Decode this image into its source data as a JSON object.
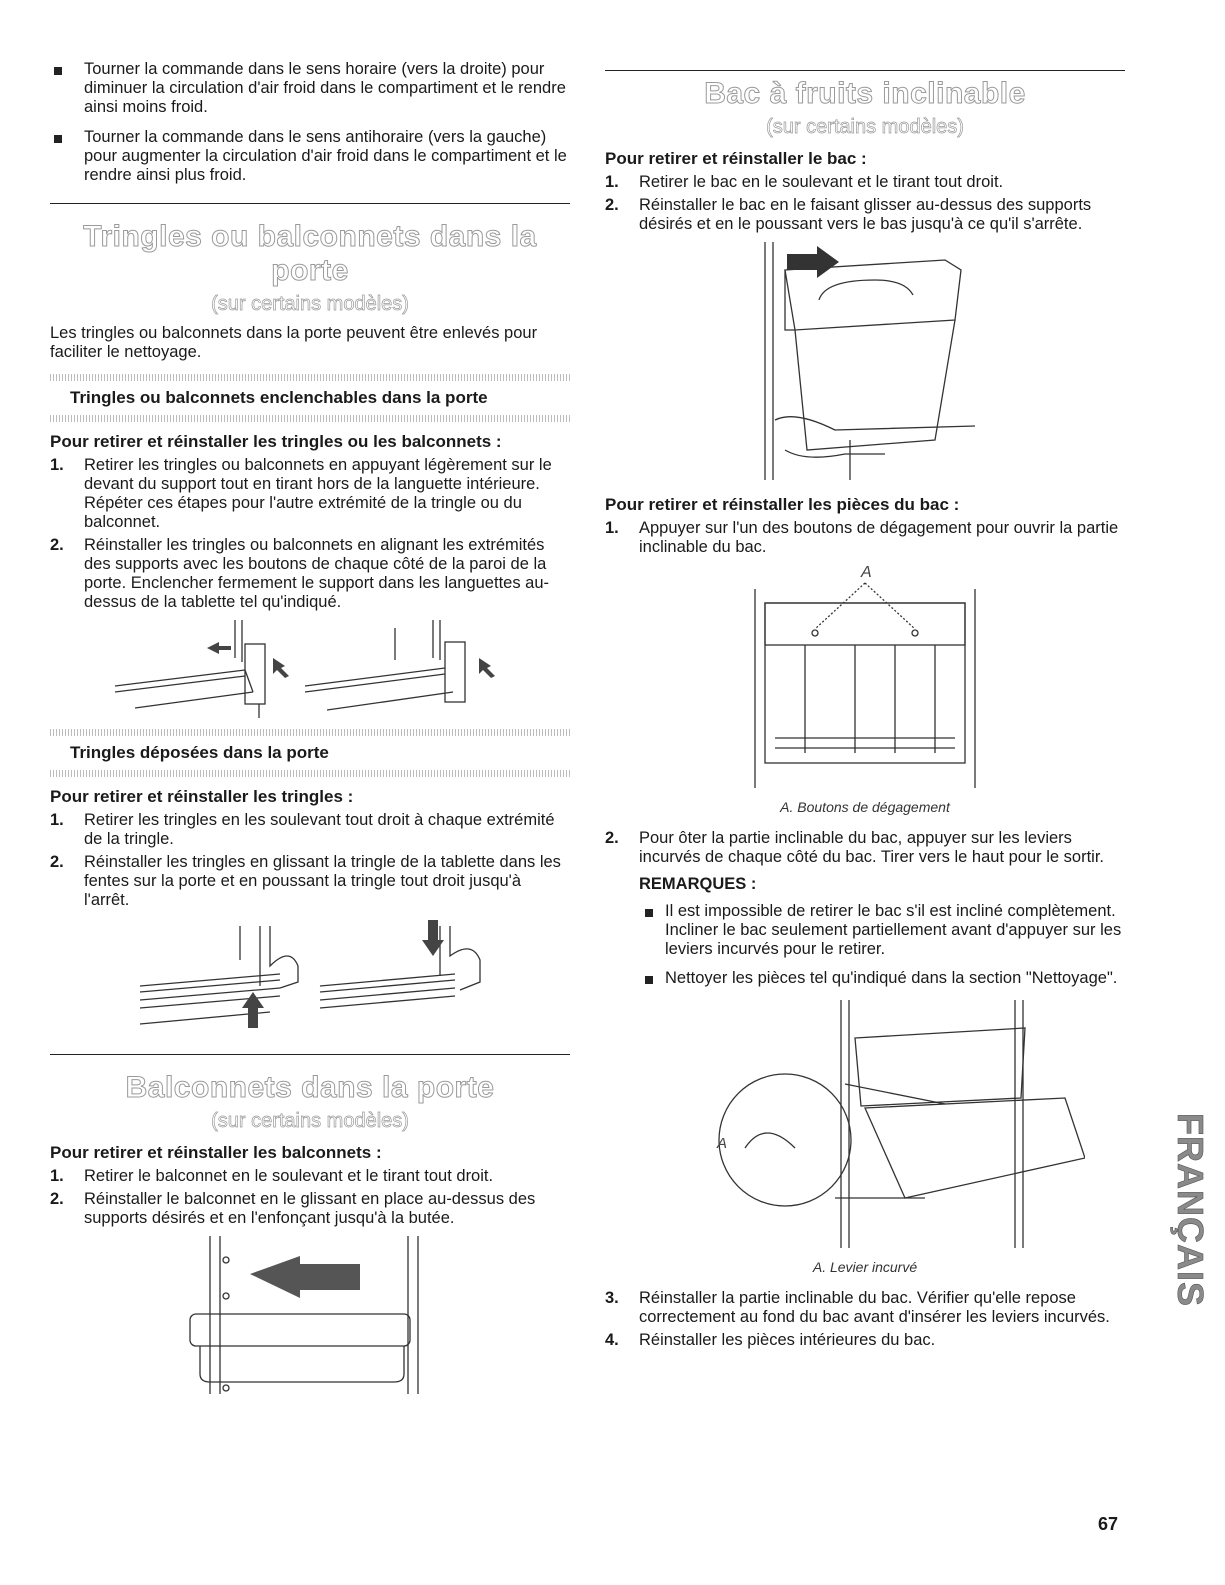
{
  "left": {
    "intro_bullets": [
      "Tourner la commande dans le sens horaire (vers la droite) pour diminuer la circulation d'air froid dans le compartiment et le rendre ainsi moins froid.",
      "Tourner la commande dans le sens antihoraire (vers la gauche) pour augmenter la circulation d'air froid dans le compartiment et le rendre ainsi plus froid."
    ],
    "section1": {
      "title": "Tringles ou balconnets dans la porte",
      "subtitle": "(sur certains modèles)",
      "intro": "Les tringles ou balconnets dans la porte peuvent être enlevés pour faciliter le nettoyage.",
      "sub_a": {
        "heading": "Tringles ou balconnets enclenchables dans la porte",
        "procedure": "Pour retirer et réinstaller les tringles ou les balconnets :",
        "steps": [
          "Retirer les tringles ou balconnets en appuyant légèrement sur le devant du support tout en tirant hors de la languette intérieure. Répéter ces étapes pour l'autre extrémité de la tringle ou du balconnet.",
          "Réinstaller les tringles ou balconnets en alignant les extrémités des supports avec les boutons de chaque côté de la paroi de la porte. Enclencher fermement le support dans les languettes au-dessus de la tablette tel qu'indiqué."
        ]
      },
      "sub_b": {
        "heading": "Tringles déposées dans la porte",
        "procedure": "Pour retirer et réinstaller les tringles :",
        "steps": [
          "Retirer les tringles en les soulevant tout droit à chaque extrémité de la tringle.",
          "Réinstaller les tringles en glissant la tringle de la tablette dans les fentes sur la porte et en poussant la tringle tout droit jusqu'à l'arrêt."
        ]
      }
    },
    "section2": {
      "title": "Balconnets dans la porte",
      "subtitle": "(sur certains modèles)",
      "procedure": "Pour retirer et réinstaller les balconnets :",
      "steps": [
        "Retirer le balconnet en le soulevant et le tirant tout droit.",
        "Réinstaller le balconnet en le glissant en place au-dessus des supports désirés et en l'enfonçant jusqu'à la butée."
      ]
    }
  },
  "right": {
    "section3": {
      "title": "Bac à fruits inclinable",
      "subtitle": "(sur certains modèles)",
      "procedure1": "Pour retirer et réinstaller le bac :",
      "steps1": [
        "Retirer le bac en le soulevant et le tirant tout droit.",
        "Réinstaller le bac en le faisant glisser au-dessus des supports désirés et en le poussant vers le bas jusqu'à ce qu'il s'arrête."
      ],
      "procedure2": "Pour retirer et réinstaller les pièces du bac :",
      "step2_1": "Appuyer sur l'un des boutons de dégagement pour ouvrir la partie inclinable du bac.",
      "fig_label_a": "A",
      "caption1": "A. Boutons de dégagement",
      "step2_2": "Pour ôter la partie inclinable du bac, appuyer sur les leviers incurvés de chaque côté du bac. Tirer vers le haut pour le sortir.",
      "notes_heading": "REMARQUES :",
      "notes": [
        "Il est impossible de retirer le bac s'il est incliné complètement. Incliner le bac seulement partiellement avant d'appuyer sur les leviers incurvés pour le retirer.",
        "Nettoyer les pièces tel qu'indiqué dans la section \"Nettoyage\"."
      ],
      "caption2": "A. Levier incurvé",
      "step2_3": "Réinstaller la partie inclinable du bac. Vérifier qu'elle repose correctement au fond du bac avant d'insérer les leviers incurvés.",
      "step2_4": "Réinstaller les pièces intérieures du bac."
    }
  },
  "side_tab": "FRANÇAIS",
  "page_number": "67",
  "step_numbers": [
    "1.",
    "2.",
    "3.",
    "4."
  ]
}
